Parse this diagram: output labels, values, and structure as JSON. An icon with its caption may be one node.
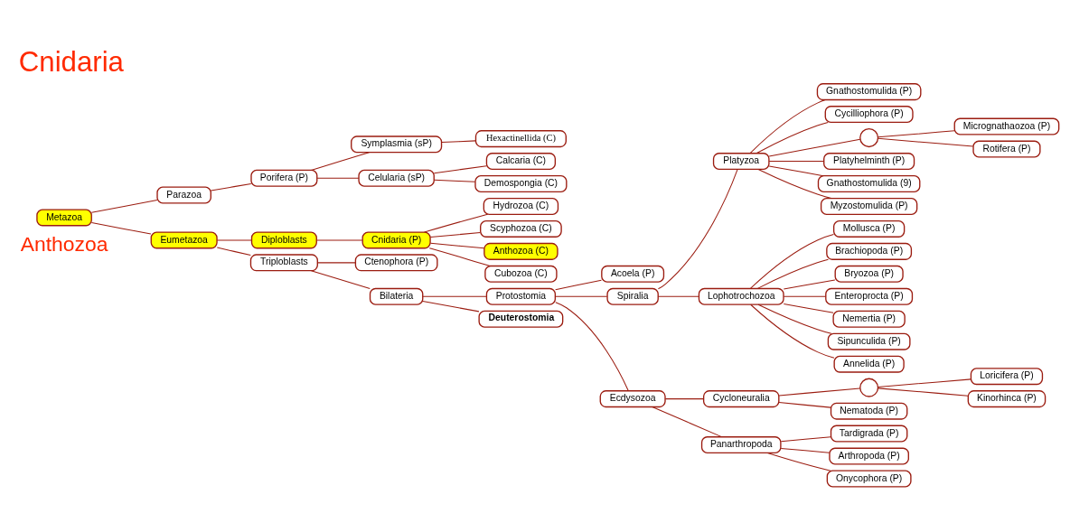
{
  "diagram": {
    "title": "Cnidaria",
    "nodes": [
      {
        "text": [
          "Metazoa"
        ]
      },
      {
        "text": [
          "Parazoa"
        ]
      },
      {
        "text": [
          "Porifera (P)"
        ]
      },
      {
        "text": [
          "Symplasmia (sP)"
        ]
      },
      {
        "text": [
          "Hexactinellida (C)"
        ]
      },
      {
        "text": [
          "Celularia (sP)"
        ]
      },
      {
        "text": [
          "Calcaria (C)"
        ]
      },
      {
        "text": [
          "Demospongia (C)"
        ]
      },
      {
        "text": [
          "Eumetazoa"
        ]
      },
      {
        "text": [
          "Diploblasts"
        ]
      },
      {
        "text": [
          "Cnidaria (P)"
        ]
      },
      {
        "text": [
          "Hydrozoa (C)"
        ]
      },
      {
        "text": [
          "Scyphozoa (C)"
        ]
      },
      {
        "text": [
          "Anthozoa (C)"
        ]
      },
      {
        "text": [
          "Cubozoa (C)"
        ]
      },
      {
        "text": [
          "Triploblasts"
        ]
      },
      {
        "text": [
          "Ctenophora (P)"
        ]
      },
      {
        "text": [
          "Bilateria"
        ]
      },
      {
        "text": [
          "Protostomia"
        ]
      },
      {
        "text": [
          "Acoela (P)"
        ]
      },
      {
        "text": [
          "Spiralia"
        ]
      },
      {
        "text": [
          "Platyzoa"
        ]
      },
      {
        "text": [
          "Gnathostomulida (P)"
        ]
      },
      {
        "text": [
          "Cycilliophora (P)"
        ]
      },
      {
        "text": [],
        "shape": "circle"
      },
      {
        "text": [
          "Micrognathaozoa (P)"
        ]
      },
      {
        "text": [
          "Rotifera (P)"
        ]
      },
      {
        "text": [
          "Platyhelminth (P)"
        ]
      },
      {
        "text": [
          "Gnathostomulida (9)"
        ]
      },
      {
        "text": [
          "Myzostomulida (P)"
        ]
      },
      {
        "text": [
          "Lophotrochozoa"
        ]
      },
      {
        "text": [
          "Mollusca (P)"
        ]
      },
      {
        "text": [
          "Brachiopoda (P)"
        ]
      },
      {
        "text": [
          "Bryozoa (P)"
        ]
      },
      {
        "text": [
          "Enteroprocta (P)"
        ]
      },
      {
        "text": [
          "Nemertia (P)"
        ]
      },
      {
        "text": [
          "Sipunculida (P)"
        ]
      },
      {
        "text": [
          "Annelida (P)"
        ]
      },
      {
        "text": [
          "Ecdysozoa"
        ]
      },
      {
        "text": [
          "Cycloneuralia"
        ]
      },
      {
        "text": [],
        "shape": "circle"
      },
      {
        "text": [
          "Loricifera (P)"
        ]
      },
      {
        "text": [
          "Kinorhinca (P)"
        ]
      },
      {
        "text": [
          "Nematoda (P)"
        ]
      },
      {
        "text": [
          "Panarthropoda"
        ]
      },
      {
        "text": [
          "Tardigrada (P)"
        ]
      },
      {
        "text": [
          "Arthropoda (P)"
        ]
      },
      {
        "text": [
          "Onycophora (P)"
        ]
      },
      {
        "text": [
          "Deuterostomia"
        ]
      }
    ],
    "edges": [
      {
        "from": 0,
        "to": 1,
        "arrow": "none"
      },
      {
        "from": 1,
        "to": 2,
        "arrow": "none"
      },
      {
        "from": 2,
        "to": 3,
        "arrow": "none"
      },
      {
        "from": 3,
        "to": 4,
        "arrow": "none"
      },
      {
        "from": 2,
        "to": 5,
        "arrow": "none"
      },
      {
        "from": 5,
        "to": 6,
        "arrow": "none"
      },
      {
        "from": 5,
        "to": 7,
        "arrow": "none"
      },
      {
        "from": 0,
        "to": 8,
        "arrow": "none"
      },
      {
        "from": 8,
        "to": 9,
        "arrow": "none"
      },
      {
        "from": 9,
        "to": 10,
        "arrow": "none"
      },
      {
        "from": 10,
        "to": 11,
        "arrow": "none"
      },
      {
        "from": 10,
        "to": 12,
        "arrow": "none"
      },
      {
        "from": 10,
        "to": 13,
        "arrow": "none"
      },
      {
        "from": 10,
        "to": 14,
        "arrow": "none"
      },
      {
        "from": 8,
        "to": 15,
        "arrow": "none"
      },
      {
        "from": 15,
        "to": 16,
        "arrow": "none"
      },
      {
        "from": 15,
        "to": 17,
        "arrow": "none"
      },
      {
        "from": 17,
        "to": 18,
        "arrow": "none"
      },
      {
        "from": 18,
        "to": 19,
        "arrow": "none"
      },
      {
        "from": 18,
        "to": 20,
        "arrow": "none"
      },
      {
        "from": 20,
        "to": 21,
        "arrow": "none"
      },
      {
        "from": 21,
        "to": 22,
        "arrow": "none"
      },
      {
        "from": 21,
        "to": 23,
        "arrow": "none"
      },
      {
        "from": 21,
        "to": 24,
        "arrow": "none"
      },
      {
        "from": 24,
        "to": 25,
        "arrow": "none"
      },
      {
        "from": 24,
        "to": 26,
        "arrow": "none"
      },
      {
        "from": 21,
        "to": 27,
        "arrow": "none"
      },
      {
        "from": 21,
        "to": 28,
        "arrow": "none"
      },
      {
        "from": 21,
        "to": 29,
        "arrow": "none"
      },
      {
        "from": 20,
        "to": 30,
        "arrow": "none"
      },
      {
        "from": 30,
        "to": 31,
        "arrow": "none"
      },
      {
        "from": 30,
        "to": 32,
        "arrow": "none"
      },
      {
        "from": 30,
        "to": 33,
        "arrow": "none"
      },
      {
        "from": 30,
        "to": 34,
        "arrow": "none"
      },
      {
        "from": 30,
        "to": 35,
        "arrow": "none"
      },
      {
        "from": 30,
        "to": 36,
        "arrow": "none"
      },
      {
        "from": 30,
        "to": 37,
        "arrow": "none"
      },
      {
        "from": 18,
        "to": 38,
        "arrow": "none"
      },
      {
        "from": 38,
        "to": 39,
        "arrow": "none"
      },
      {
        "from": 39,
        "to": 40,
        "arrow": "none"
      },
      {
        "from": 40,
        "to": 41,
        "arrow": "none"
      },
      {
        "from": 40,
        "to": 42,
        "arrow": "none"
      },
      {
        "from": 39,
        "to": 43,
        "arrow": "none"
      },
      {
        "from": 38,
        "to": 44,
        "arrow": "none"
      },
      {
        "from": 44,
        "to": 45,
        "arrow": "none"
      },
      {
        "from": 44,
        "to": 46,
        "arrow": "none"
      },
      {
        "from": 44,
        "to": 47,
        "arrow": "none"
      },
      {
        "from": 17,
        "to": 48,
        "arrow": "none"
      }
    ],
    "labels": [
      "Anthozoa"
    ]
  }
}
